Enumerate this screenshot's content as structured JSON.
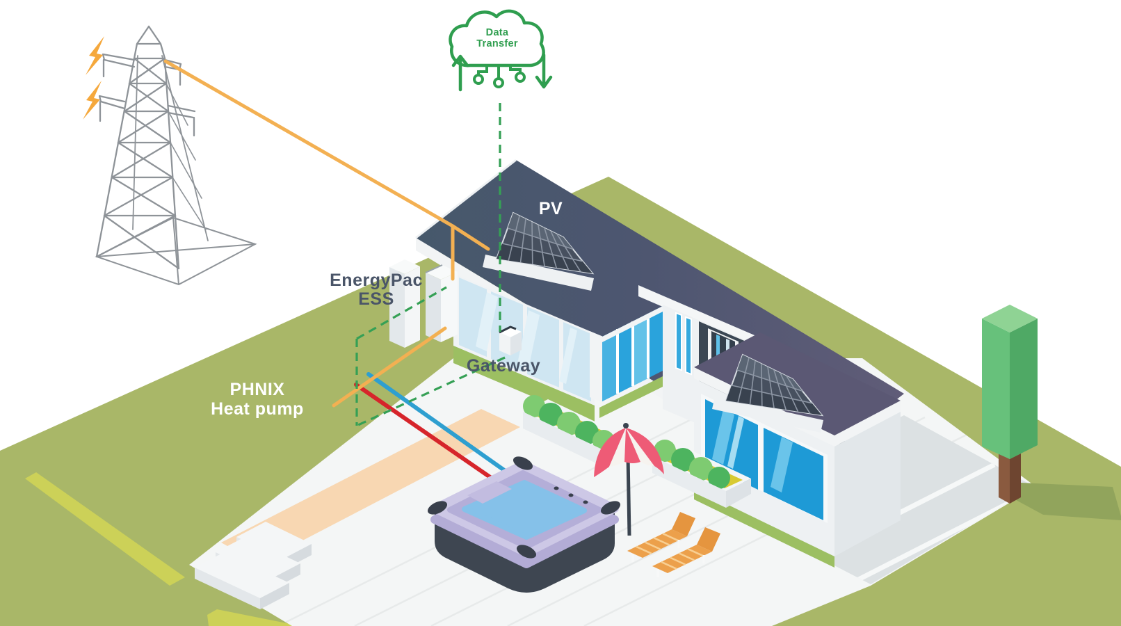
{
  "labels": {
    "cloud_line1": "Data",
    "cloud_line2": "Transfer",
    "pv": "PV",
    "ess_line1": "EnergyPac",
    "ess_line2": "ESS",
    "gateway": "Gateway",
    "heat_pump_line1": "PHNIX",
    "heat_pump_line2": "Heat pump"
  },
  "diagram": {
    "type": "isometric-system-illustration",
    "nodes": [
      {
        "id": "data-transfer-cloud",
        "label": "Data Transfer"
      },
      {
        "id": "power-grid-tower",
        "label": ""
      },
      {
        "id": "pv-solar-panel",
        "label": "PV"
      },
      {
        "id": "energypac-ess",
        "label": "EnergyPac ESS"
      },
      {
        "id": "gateway",
        "label": "Gateway"
      },
      {
        "id": "phnix-heat-pump",
        "label": "PHNIX Heat pump"
      },
      {
        "id": "hot-tub",
        "label": ""
      },
      {
        "id": "house-with-pv",
        "label": ""
      }
    ],
    "connections": [
      {
        "from": "power-grid-tower",
        "to": "pv-solar-panel",
        "type": "power",
        "style": "solid",
        "color": "#f3b052"
      },
      {
        "from": "power-grid-tower",
        "to": "energypac-ess",
        "type": "power",
        "style": "solid",
        "color": "#f3b052"
      },
      {
        "from": "energypac-ess",
        "to": "phnix-heat-pump",
        "type": "power",
        "style": "solid",
        "color": "#f3b052"
      },
      {
        "from": "data-transfer-cloud",
        "to": "gateway",
        "type": "data",
        "style": "dashed",
        "color": "#35a055"
      },
      {
        "from": "gateway",
        "to": "phnix-heat-pump",
        "type": "data",
        "style": "dashed",
        "color": "#35a055"
      },
      {
        "from": "energypac-ess",
        "to": "phnix-heat-pump",
        "type": "data",
        "style": "dashed",
        "color": "#35a055"
      },
      {
        "from": "phnix-heat-pump",
        "to": "hot-tub",
        "type": "hot-water-pipe",
        "style": "solid",
        "color": "#d6252b"
      },
      {
        "from": "phnix-heat-pump",
        "to": "hot-tub",
        "type": "cold-water-pipe",
        "style": "solid",
        "color": "#2e9fd0"
      }
    ]
  },
  "colors": {
    "background": "#ffffff",
    "grass": "#a9b768",
    "roof_left": "#46586b",
    "roof_right": "#605c78",
    "wall": "#eef1f3",
    "glass_light": "#cfe6f2",
    "glass_blue": "#2aa3dc",
    "power_line_orange": "#f3b052",
    "data_line_green": "#35a055",
    "hot_pipe_red": "#d6252b",
    "cold_pipe_blue": "#2e9fd0",
    "path_peach": "#f8d7b2",
    "umbrella_pink": "#ee5b76",
    "lounger_orange": "#eca04b",
    "tub_rim_lavender": "#cdc8e6",
    "tub_water": "#85c1e9",
    "tree_green": "#67c17b",
    "label_dark": "#4a5568",
    "label_light": "#ffffff"
  }
}
